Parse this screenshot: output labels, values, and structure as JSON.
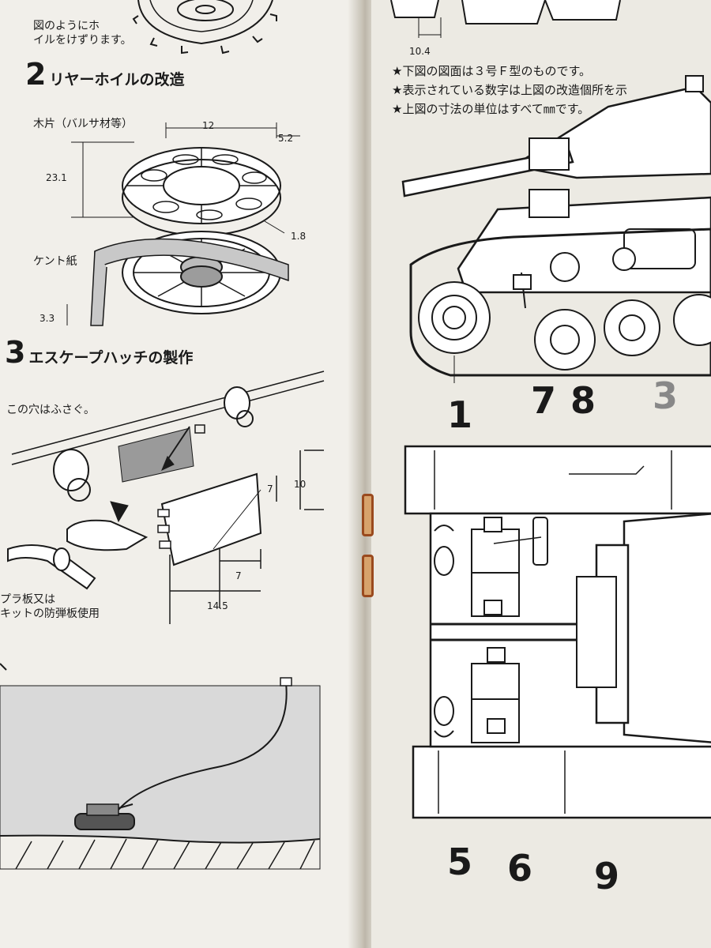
{
  "left_page": {
    "top_note_lines": [
      "図のようにホ",
      "イルをけずります。"
    ],
    "section_2": {
      "number": "2",
      "title": "リヤーホイルの改造",
      "balsa_label": "木片（バルサ材等）",
      "kent_label": "ケント紙",
      "dims": {
        "width": "12",
        "side": "5.2",
        "height": "23.1",
        "rim": "1.8",
        "band": "3.3"
      }
    },
    "section_3": {
      "number": "3",
      "title": "エスケープハッチの製作",
      "hole_label": "この穴はふさぐ。",
      "plastic_lines": [
        "プラ板又は",
        "キットの防弾板使用"
      ],
      "dims": {
        "h_outer": "10",
        "h_inner": "7",
        "w_inner": "7",
        "w_total": "14.5"
      }
    }
  },
  "right_page": {
    "top_dim": "10.4",
    "notes": [
      "★下図の図面は３号Ｆ型のものです。",
      "★表示されている数字は上図の改造個所を示",
      "★上図の寸法の単位はすべて㎜です。"
    ],
    "callouts_top": [
      "1",
      "7",
      "8",
      "3"
    ],
    "callouts_bottom": [
      "5",
      "6",
      "9"
    ]
  },
  "colors": {
    "ink": "#1a1a1a",
    "paper_left": "#f1efea",
    "paper_right": "#eceae3",
    "rust": "#9a4a1e"
  }
}
